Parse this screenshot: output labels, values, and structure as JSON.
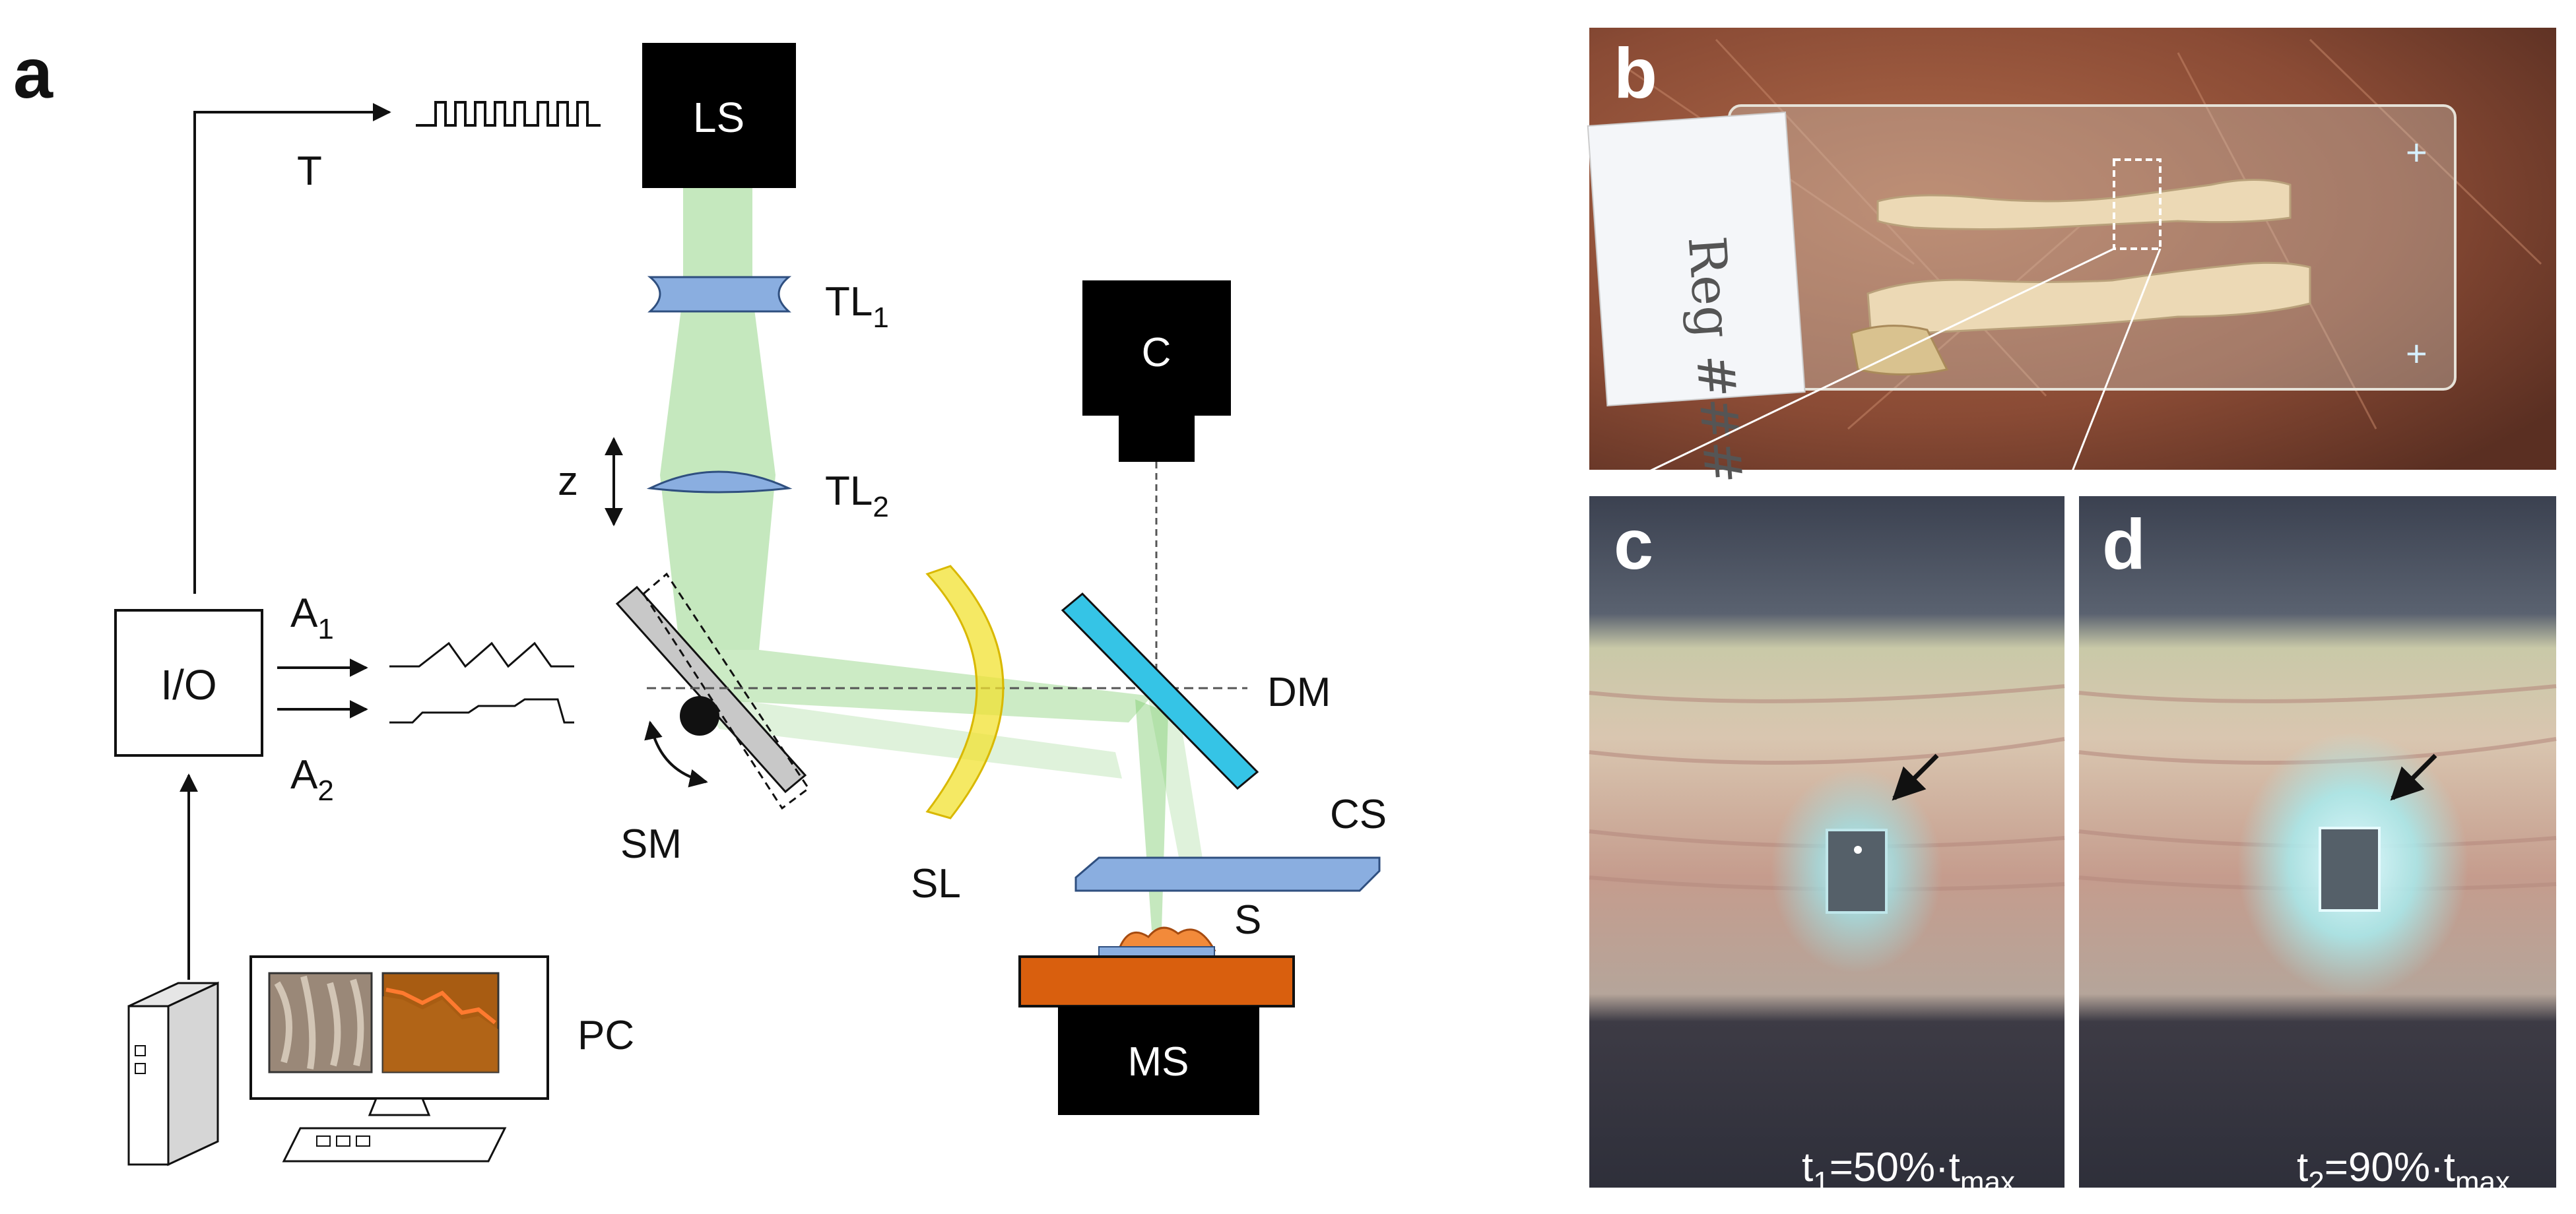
{
  "panels": {
    "a": "a",
    "b": "b",
    "c": "c",
    "d": "d"
  },
  "schematic": {
    "LS": "LS",
    "C": "C",
    "MS": "MS",
    "IO": "I/O",
    "T": "T",
    "TL1_main": "TL",
    "TL1_sub": "1",
    "TL2_main": "TL",
    "TL2_sub": "2",
    "z": "z",
    "A1_main": "A",
    "A1_sub": "1",
    "A2_main": "A",
    "A2_sub": "2",
    "SM": "SM",
    "SL": "SL",
    "DM": "DM",
    "CS": "CS",
    "S": "S",
    "PC": "PC"
  },
  "photos": {
    "b_slide_text": "Reg ###",
    "c_time_t": "t",
    "c_time_sub": "1",
    "c_time_mid": "=50%·t",
    "c_time_max": "max",
    "d_time_t": "t",
    "d_time_sub": "2",
    "d_time_mid": "=90%·t",
    "d_time_max": "max"
  },
  "colors": {
    "beam": "#7fcc6f",
    "lens": "#8aaee0",
    "scan_lens": "#f2e130",
    "dichroic": "#35c4e6",
    "stage": "#d95f0e",
    "sample": "#f28a3a",
    "tissue": "#ecd9b5"
  }
}
